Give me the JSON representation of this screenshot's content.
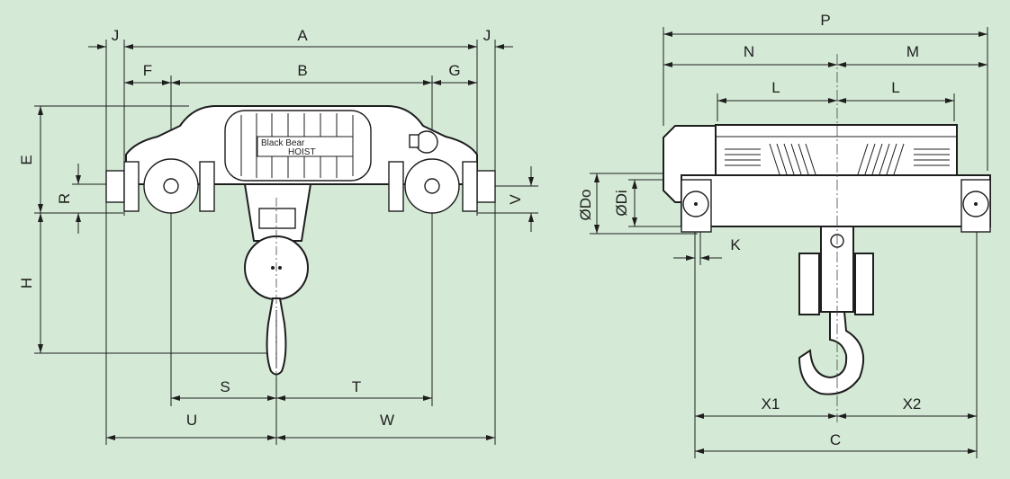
{
  "diagram": {
    "title": "Double girder hoist dimension drawing",
    "nameplate": {
      "line1": "Black Bear",
      "line2": "HOIST"
    },
    "front_view_labels": {
      "A": "A",
      "J_left": "J",
      "J_right": "J",
      "F": "F",
      "B": "B",
      "G": "G",
      "E": "E",
      "R": "R",
      "H": "H",
      "V": "V",
      "S": "S",
      "T": "T",
      "U": "U",
      "W": "W"
    },
    "side_view_labels": {
      "P": "P",
      "N": "N",
      "M": "M",
      "L_left": "L",
      "L_right": "L",
      "Do": "ØDo",
      "Di": "ØDi",
      "K": "K",
      "X1": "X1",
      "X2": "X2",
      "C": "C"
    },
    "colors": {
      "background": "#d4ead6",
      "line": "#1e1e1e",
      "fill": "#ffffff"
    }
  }
}
